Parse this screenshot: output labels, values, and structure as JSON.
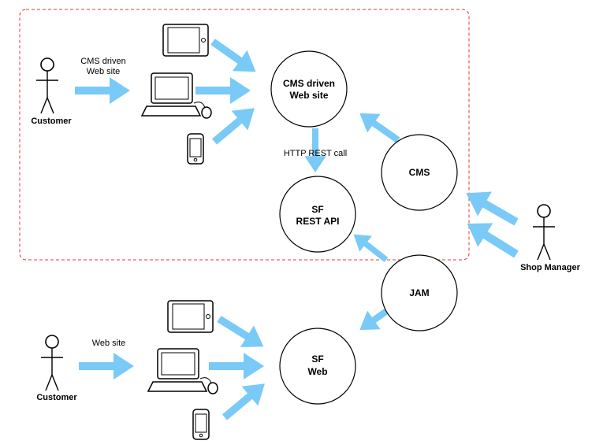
{
  "colors": {
    "arrow": "#79caf7",
    "boundary": "#e8372d",
    "stroke": "#000000",
    "background": "#ffffff"
  },
  "actors": {
    "customer_top": "Customer",
    "customer_bottom": "Customer",
    "shop_manager": "Shop Manager"
  },
  "labels": {
    "cms_driven_line1": "CMS driven",
    "cms_driven_line2": "Web site",
    "web_site": "Web site",
    "http_rest_call": "HTTP REST call"
  },
  "nodes": {
    "cms_website_line1": "CMS driven",
    "cms_website_line2": "Web site",
    "sf_rest_line1": "SF",
    "sf_rest_line2": "REST API",
    "cms": "CMS",
    "jam": "JAM",
    "sf_web_line1": "SF",
    "sf_web_line2": "Web"
  },
  "icons": [
    "tablet-icon",
    "desktop-computer-icon",
    "smartphone-icon",
    "stick-figure-icon"
  ]
}
